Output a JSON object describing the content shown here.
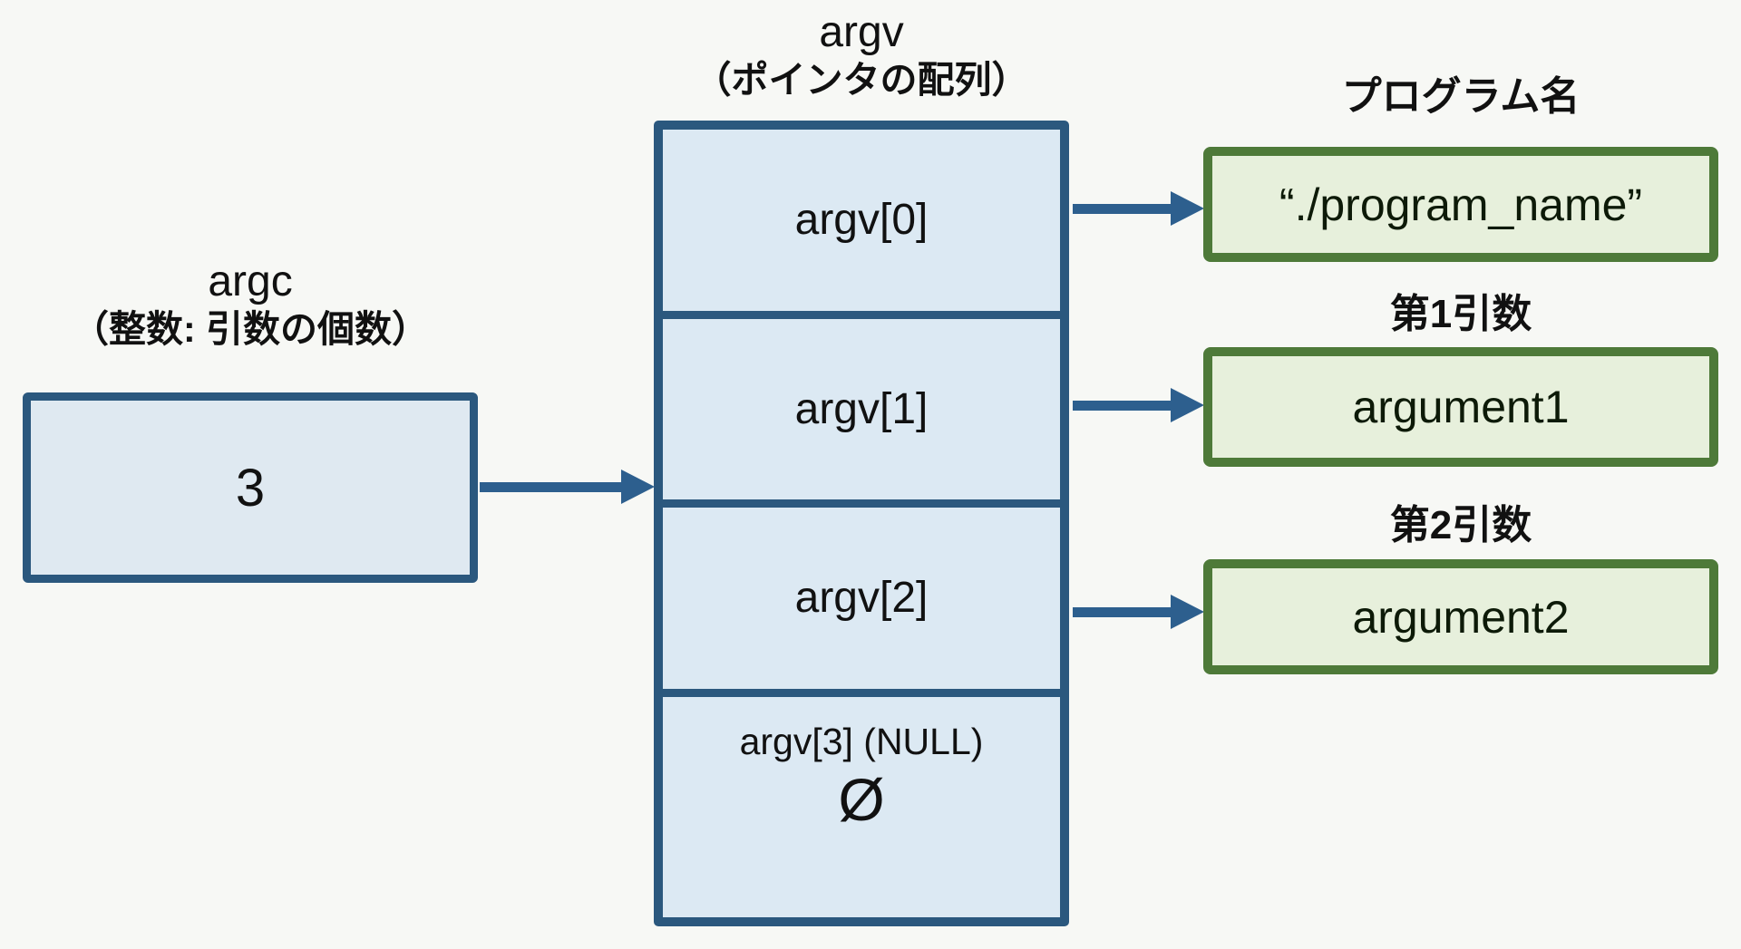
{
  "diagram": {
    "argc": {
      "title": "argc",
      "subtitle": "（整数: 引数の個数）",
      "value": "3"
    },
    "argv": {
      "title": "argv",
      "subtitle": "（ポインタの配列）",
      "cells": [
        {
          "label": "argv[0]"
        },
        {
          "label": "argv[1]"
        },
        {
          "label": "argv[2]"
        },
        {
          "label": "argv[3] (NULL)",
          "symbol": "Ø"
        }
      ]
    },
    "targets": [
      {
        "label": "プログラム名",
        "value": "“./program_name”"
      },
      {
        "label": "第1引数",
        "value": "argument1"
      },
      {
        "label": "第2引数",
        "value": "argument2"
      }
    ],
    "arrows": [
      {
        "name": "argc-to-argv"
      },
      {
        "name": "argv0-to-program-name"
      },
      {
        "name": "argv1-to-argument1"
      },
      {
        "name": "argv2-to-argument2"
      }
    ],
    "colors": {
      "background": "#f7f8f5",
      "blue_border": "#2b587e",
      "blue_fill_argc": "#dfe9f1",
      "blue_fill_argv": "#dce9f3",
      "arrow": "#2d5f8e",
      "green_border": "#4e7a39",
      "green_fill": "#e7f0dc",
      "text": "#111111"
    }
  }
}
